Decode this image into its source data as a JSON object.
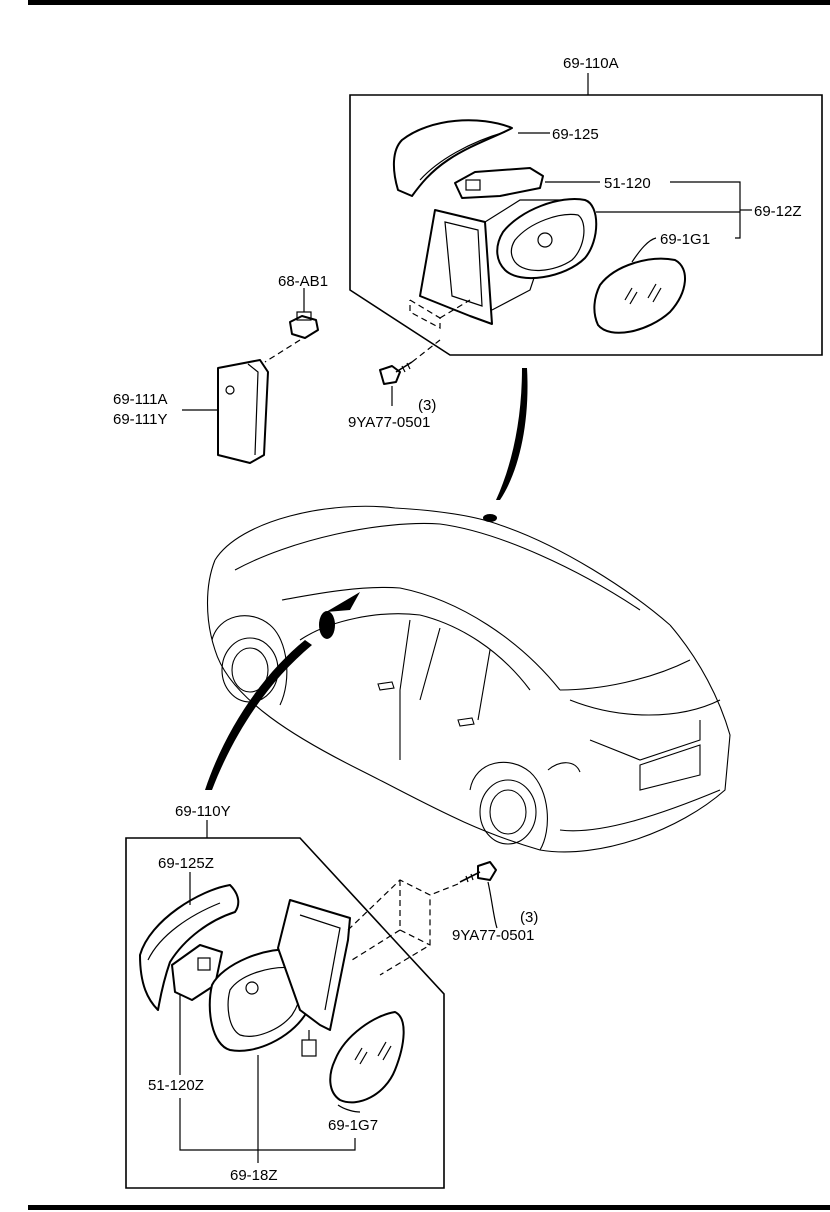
{
  "callouts": {
    "upper_assembly": "69-110A",
    "upper_cover": "69-125",
    "upper_actuator": "51-120",
    "upper_housing": "69-12Z",
    "upper_glass": "69-1G1",
    "nut": "68-AB1",
    "garnish_1": "69-111A",
    "garnish_2": "69-111Y",
    "bolt_upper_qty": "(3)",
    "bolt_upper": "9YA77-0501",
    "lower_assembly": "69-110Y",
    "lower_cover": "69-125Z",
    "lower_actuator": "51-120Z",
    "lower_housing": "69-18Z",
    "lower_glass": "69-1G7",
    "bolt_lower_qty": "(3)",
    "bolt_lower": "9YA77-0501"
  },
  "colors": {
    "ink": "#000000",
    "paper": "#ffffff"
  }
}
